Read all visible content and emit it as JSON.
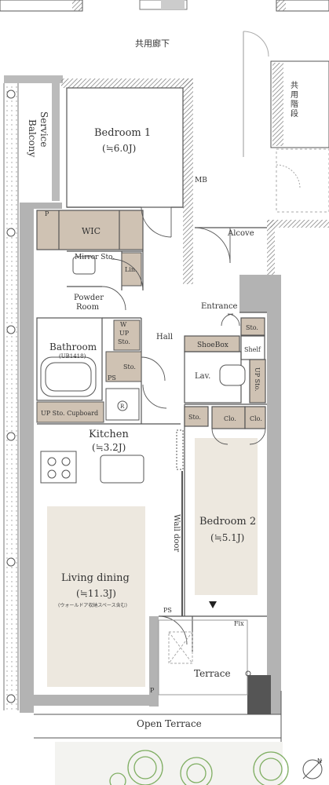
{
  "labels": {
    "corridor": "共用廊下",
    "stairs": [
      "共",
      "用",
      "階",
      "段"
    ],
    "service_balcony": [
      "Service",
      "Balcony"
    ],
    "bedroom1": "Bedroom 1",
    "bedroom1_area": "(≒6.0J)",
    "mb": "MB",
    "alcove": "Alcove",
    "wic": "WIC",
    "p_top": "P",
    "mirror": "Mirror Sto.",
    "lin": "Lin.",
    "powder": [
      "Powder",
      "Room"
    ],
    "entrance": "Entrance",
    "sto_entrance": "Sto.",
    "hall": "Hall",
    "w_upsto": [
      "W",
      "UP",
      "Sto."
    ],
    "shoebox": "ShoeBox",
    "shelf": "Shelf",
    "bathroom": "Bathroom",
    "bathroom_unit": "(UB1418)",
    "sto_hall": "Sto.",
    "lav": "Lav.",
    "up_sto_right": "UP Sto.",
    "ps_left": "PS",
    "up_sto_cupboard": "UP Sto.  Cupboard",
    "r_mark": "R",
    "sto_small": "Sto.",
    "clo1": "Clo.",
    "clo2": "Clo.",
    "kitchen": "Kitchen",
    "kitchen_area": "(≒3.2J)",
    "wall_door": "Wall door",
    "bedroom2": "Bedroom 2",
    "bedroom2_area": "(≒5.1J)",
    "living": "Living dining",
    "living_area": "(≒11.3J)",
    "living_note": "(ウォールドア収納スペース含む)",
    "ps_bottom": "PS",
    "fix": "Fix",
    "terrace": "Terrace",
    "p_bottom": "P",
    "open_terrace": "Open Terrace",
    "north": "N"
  },
  "colors": {
    "wall": "#b3b3b3",
    "wall_dark": "#555555",
    "floor": "#ede8df",
    "storage": "#cfc2b3",
    "hatch": "#8c8c8c",
    "tree": "#7fae62"
  }
}
